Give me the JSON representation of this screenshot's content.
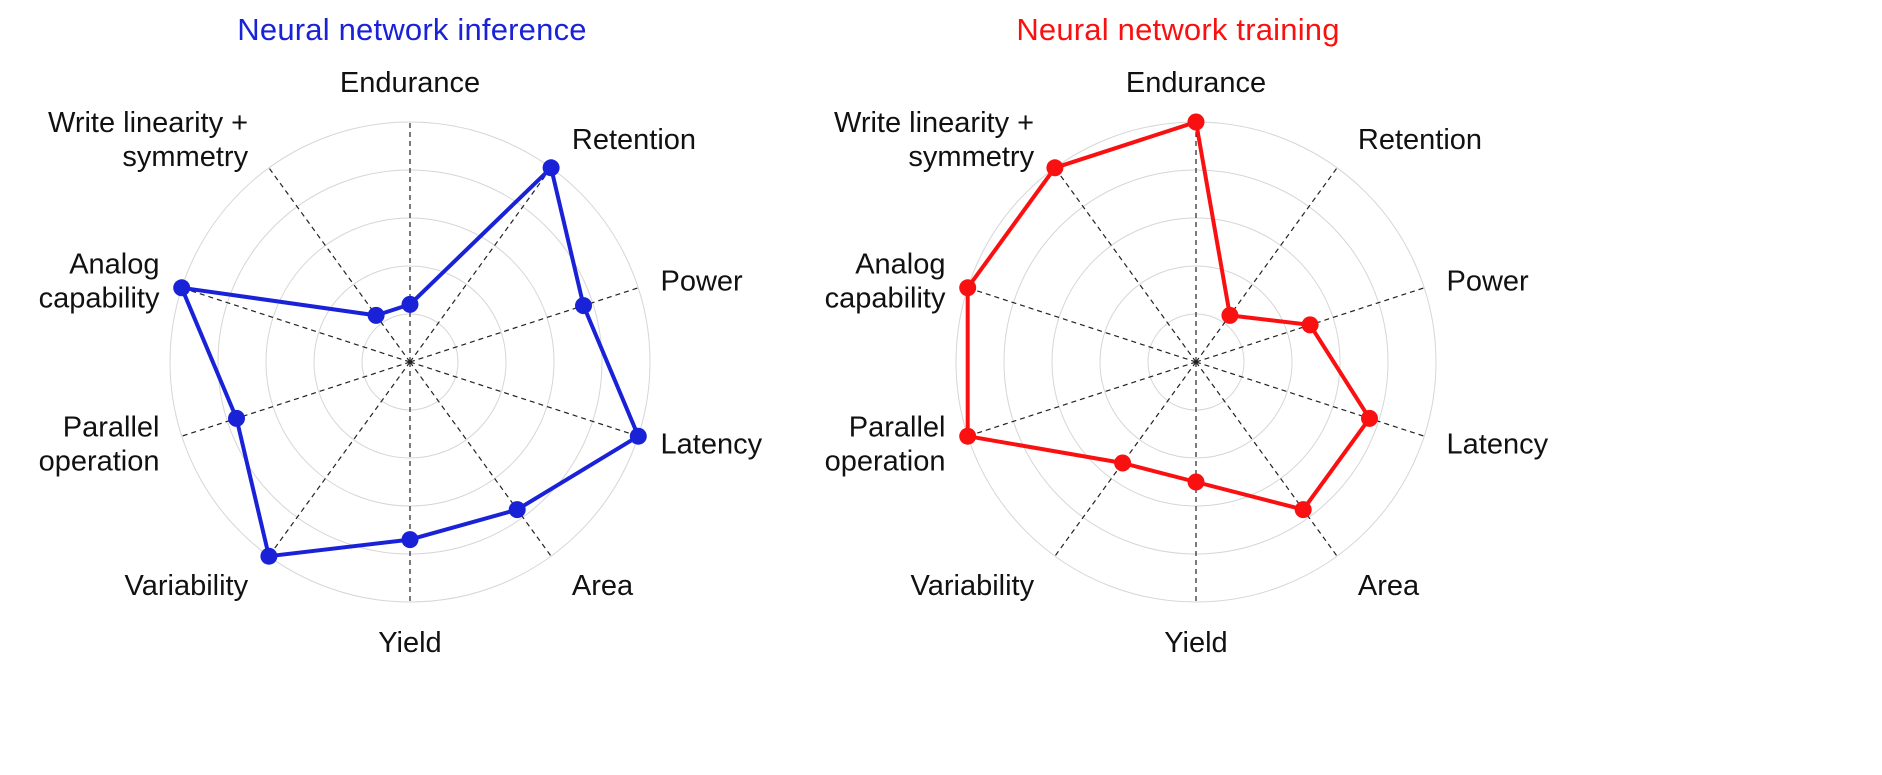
{
  "figure": {
    "background_color": "#ffffff",
    "grid_color": "#d6d6d6",
    "axis_line_color": "#222222",
    "label_color": "#111111"
  },
  "chart_data": [
    {
      "type": "radar",
      "title": "Neural network inference",
      "line_color": "#1a22d8",
      "legend_position": "none",
      "grid": true,
      "rings": 5,
      "max": 5,
      "axis_range": [
        0,
        5
      ],
      "categories": [
        "Endurance",
        "Retention",
        "Power",
        "Latency",
        "Area",
        "Yield",
        "Variability",
        [
          "Parallel",
          "operation"
        ],
        [
          "Analog",
          "capability"
        ],
        [
          "Write linearity +",
          "symmetry"
        ]
      ],
      "values": [
        1.2,
        5,
        3.8,
        5,
        3.8,
        3.7,
        5,
        3.8,
        5,
        1.2
      ]
    },
    {
      "type": "radar",
      "title": "Neural network training",
      "line_color": "#f91111",
      "legend_position": "none",
      "grid": true,
      "rings": 5,
      "max": 5,
      "axis_range": [
        0,
        5
      ],
      "categories": [
        "Endurance",
        "Retention",
        "Power",
        "Latency",
        "Area",
        "Yield",
        "Variability",
        [
          "Parallel",
          "operation"
        ],
        [
          "Analog",
          "capability"
        ],
        [
          "Write linearity +",
          "symmetry"
        ]
      ],
      "values": [
        5,
        1.2,
        2.5,
        3.8,
        3.8,
        2.5,
        2.6,
        5,
        5,
        5
      ]
    }
  ]
}
